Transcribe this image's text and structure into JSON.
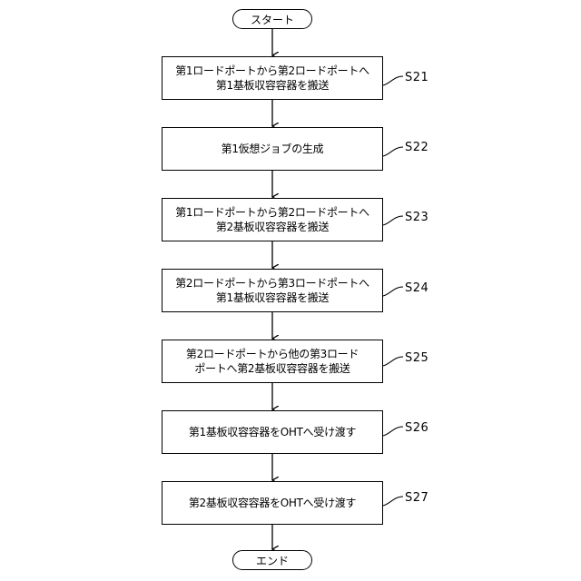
{
  "flowchart": {
    "start": "スタート",
    "end": "エンド",
    "steps": [
      {
        "id": "S21",
        "lines": [
          "第1ロードポートから第2ロードポートへ",
          "第1基板収容容器を搬送"
        ]
      },
      {
        "id": "S22",
        "lines": [
          "第1仮想ジョブの生成"
        ]
      },
      {
        "id": "S23",
        "lines": [
          "第1ロードポートから第2ロードポートへ",
          "第2基板収容容器を搬送"
        ]
      },
      {
        "id": "S24",
        "lines": [
          "第2ロードポートから第3ロードポートへ",
          "第1基板収容容器を搬送"
        ]
      },
      {
        "id": "S25",
        "lines": [
          "第2ロードポートから他の第3ロード",
          "ポートへ第2基板収容容器を搬送"
        ]
      },
      {
        "id": "S26",
        "lines": [
          "第1基板収容容器をOHTへ受け渡す"
        ]
      },
      {
        "id": "S27",
        "lines": [
          "第2基板収容容器をOHTへ受け渡す"
        ]
      }
    ]
  }
}
